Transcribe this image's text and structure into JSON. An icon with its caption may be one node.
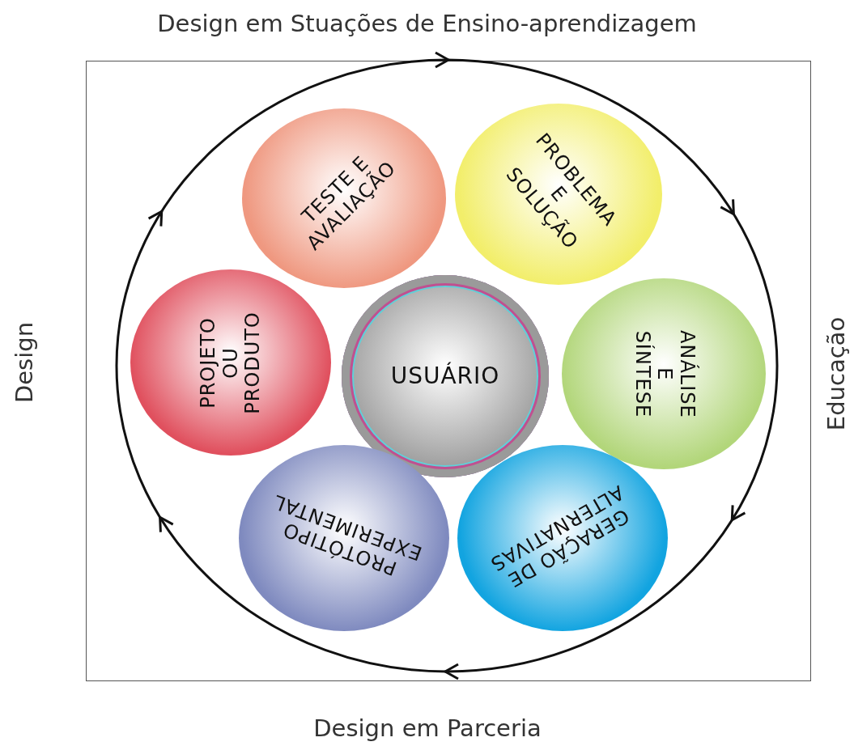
{
  "diagram": {
    "title": "Design em Stuações de Ensino-aprendizagem",
    "nodes": [
      {
        "text": [
          "TESTE E AVALIAÇÃO"
        ]
      },
      {
        "text": [
          "PROBLEMA E SOLUÇÃO"
        ]
      },
      {
        "text": [
          "PROJETO OU PRODUTO"
        ]
      },
      {
        "text": [
          "USUÁRIO"
        ]
      },
      {
        "text": [
          "ANÁLISE E SÍNTESE"
        ]
      },
      {
        "text": [
          "PROTÓTIPO EXPERIMENTAL"
        ]
      },
      {
        "text": [
          "GERAÇÃO DE ALTERNATIVAS"
        ]
      }
    ],
    "labels": [
      "Design",
      "Educação",
      "Design em Parceria"
    ]
  }
}
